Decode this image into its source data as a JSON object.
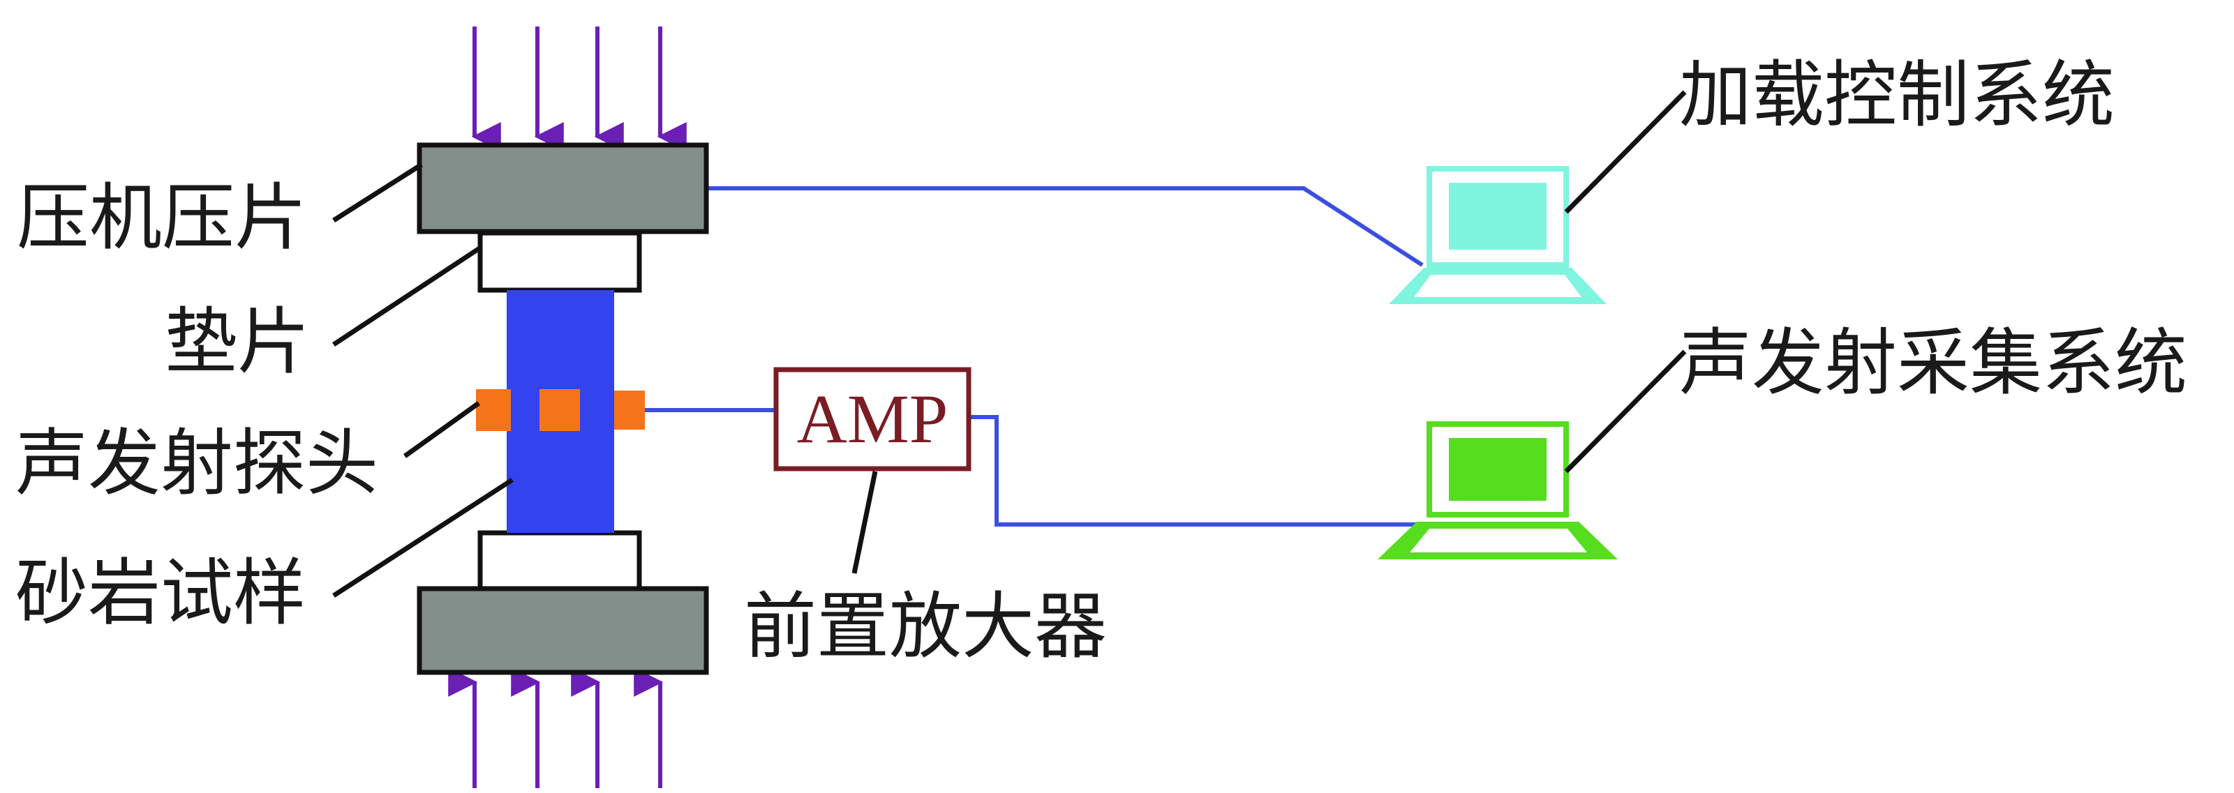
{
  "labels": {
    "platen": "压机压片",
    "pad": "垫片",
    "probe": "声发射探头",
    "sample": "砂岩试样",
    "preamp": "前置放大器",
    "load_system": "加载控制系统",
    "ae_system": "声发射采集系统"
  },
  "amp": {
    "text": "AMP"
  },
  "icons": {
    "force_arrow": "arrow-down-icon",
    "computer": "laptop-icon"
  },
  "colors": {
    "arrow": "#6a1fb5",
    "platen": "#838f8b",
    "sample": "#3344ee",
    "probe": "#f5741a",
    "wire": "#3a4fe0",
    "amp": "#7a1c24",
    "load_pc": "#7ff5e0",
    "ae_pc": "#55dd1e"
  }
}
